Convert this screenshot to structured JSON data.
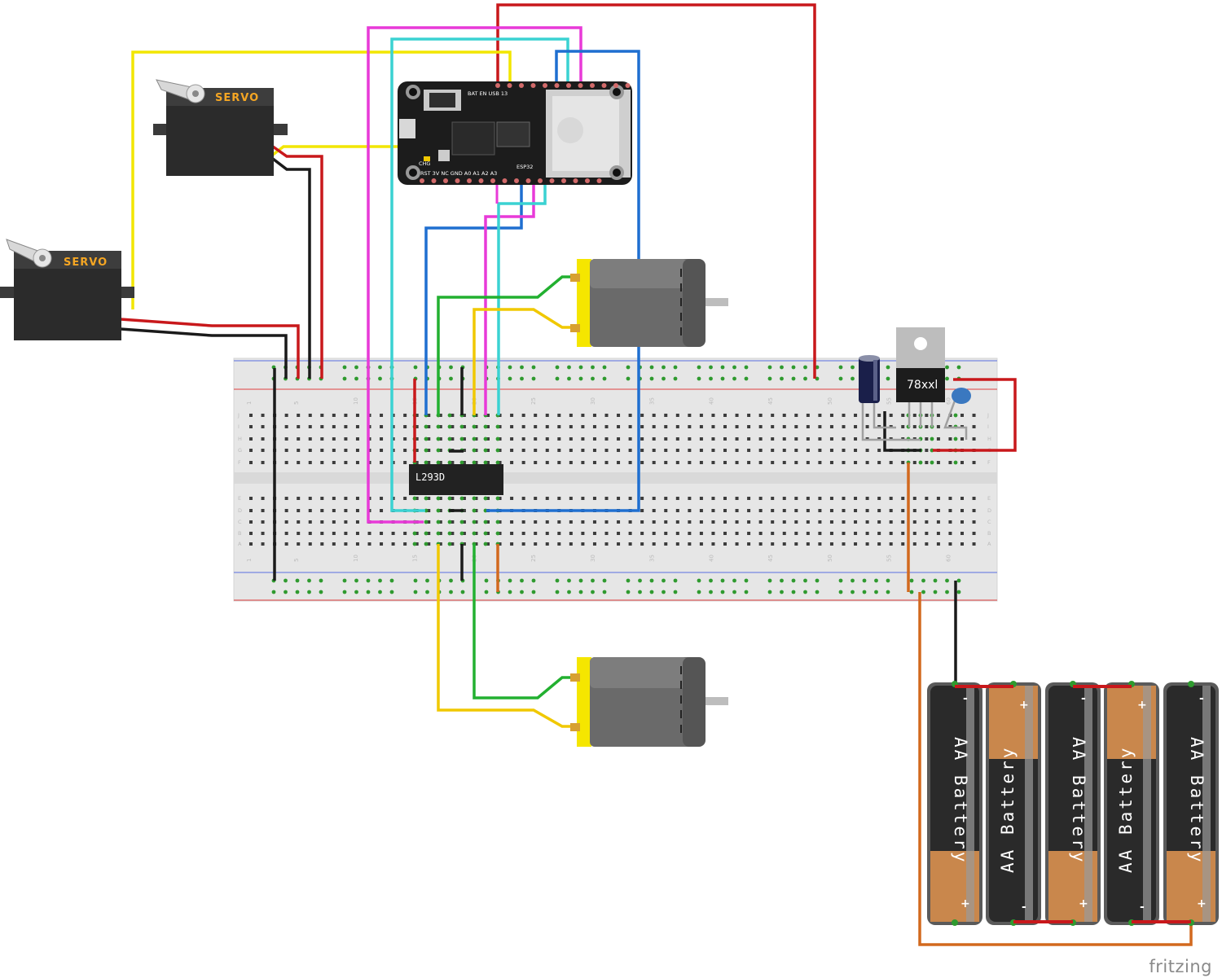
{
  "servos": [
    {
      "label": "SERVO"
    },
    {
      "label": "SERVO"
    }
  ],
  "controller": {
    "top_pins": "BAT EN USB 13",
    "bottom_pins": "RST 3V NC GND A0 A1 A2 A3",
    "chg": "CHG",
    "chip": "ESP32"
  },
  "driver_ic": {
    "label": "L293D"
  },
  "regulator": {
    "label": "78xxl"
  },
  "batteries": [
    {
      "label": "AA Battery",
      "neg": "-",
      "pos": "+"
    },
    {
      "label": "AA Battery",
      "neg": "-",
      "pos": "+"
    },
    {
      "label": "AA Battery",
      "neg": "-",
      "pos": "+"
    },
    {
      "label": "AA Battery",
      "neg": "-",
      "pos": "+"
    },
    {
      "label": "AA Battery",
      "neg": "-",
      "pos": "+"
    }
  ],
  "breadboard": {
    "column_numbers": [
      "1",
      "5",
      "10",
      "15",
      "20",
      "25",
      "30",
      "35",
      "40",
      "45",
      "50",
      "55",
      "60"
    ],
    "row_letters_top": [
      "J",
      "I",
      "H",
      "G",
      "F"
    ],
    "row_letters_bottom": [
      "E",
      "D",
      "C",
      "B",
      "A"
    ]
  },
  "brand": "fritzing",
  "colors": {
    "wire_red": "#c8181b",
    "wire_black": "#1a1a1a",
    "wire_yellow": "#f2e600",
    "wire_magenta": "#e83ad8",
    "wire_cyan": "#3ad2d2",
    "wire_blue": "#1f6fd0",
    "wire_green": "#22b030",
    "wire_gold": "#f0c800",
    "wire_orange": "#d2691e"
  }
}
